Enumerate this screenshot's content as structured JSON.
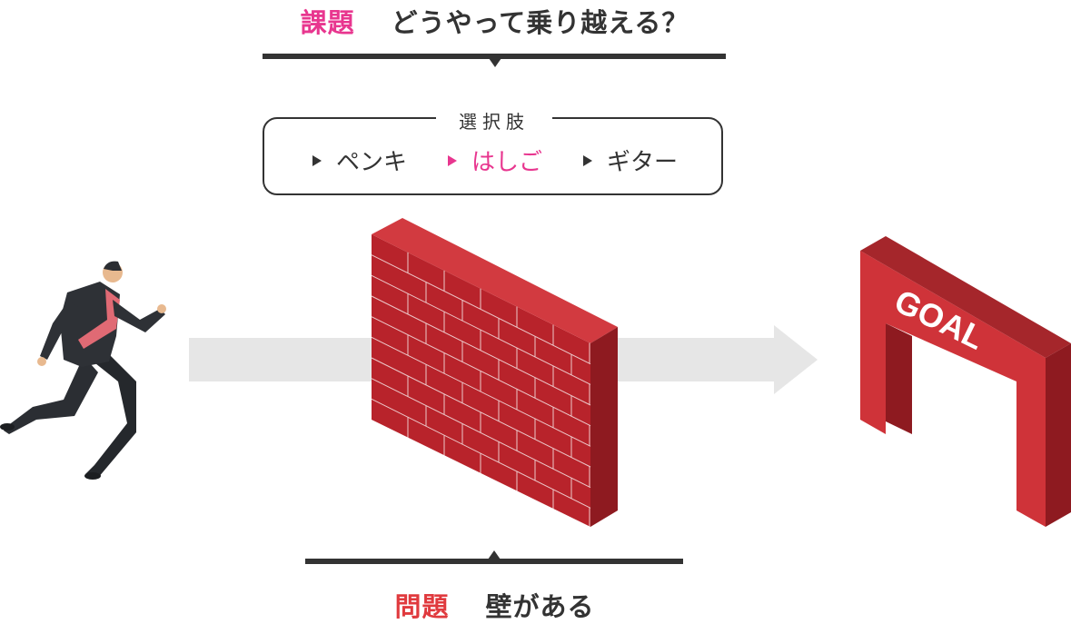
{
  "challenge": {
    "label": "課題",
    "text": "どうやって乗り越える？",
    "label_color": "#e8368f"
  },
  "options": {
    "title": "選択肢",
    "items": [
      {
        "label": "ペンキ",
        "selected": false
      },
      {
        "label": "はしご",
        "selected": true
      },
      {
        "label": "ギター",
        "selected": false
      }
    ],
    "selected_color": "#e8368f"
  },
  "problem": {
    "label": "問題",
    "text": "壁がある",
    "label_color": "#e03a3e"
  },
  "goal": {
    "text": "GOAL",
    "color": "#cf3339"
  },
  "wall": {
    "color": "#b8232b"
  }
}
